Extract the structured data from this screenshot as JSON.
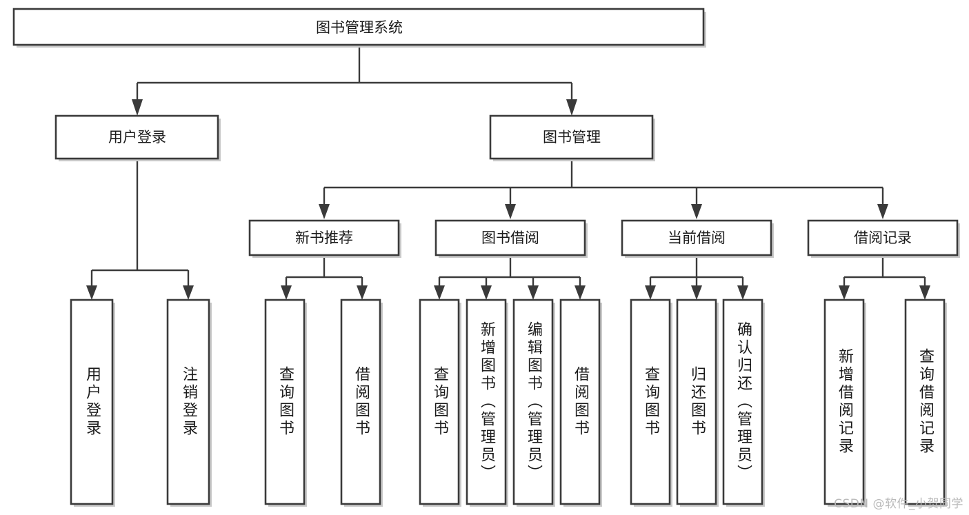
{
  "diagram": {
    "title_node": {
      "label": "图书管理系统"
    },
    "level1": [
      {
        "id": "user-login",
        "label": "用户登录"
      },
      {
        "id": "book-management",
        "label": "图书管理"
      }
    ],
    "level2": [
      {
        "id": "new-book-recommend",
        "label": "新书推荐",
        "parent": "book-management"
      },
      {
        "id": "book-borrow",
        "label": "图书借阅",
        "parent": "book-management"
      },
      {
        "id": "current-borrow",
        "label": "当前借阅",
        "parent": "book-management"
      },
      {
        "id": "borrow-record",
        "label": "借阅记录",
        "parent": "book-management"
      }
    ],
    "leaves": [
      {
        "id": "leaf-user-login",
        "label": "用户登录",
        "parent": "user-login"
      },
      {
        "id": "leaf-logout-login",
        "label": "注销登录",
        "parent": "user-login"
      },
      {
        "id": "leaf-query-book-1",
        "label": "查询图书",
        "parent": "new-book-recommend"
      },
      {
        "id": "leaf-borrow-book-1",
        "label": "借阅图书",
        "parent": "new-book-recommend"
      },
      {
        "id": "leaf-query-book-2",
        "label": "查询图书",
        "parent": "book-borrow"
      },
      {
        "id": "leaf-add-book",
        "label": "新增图书（管理员）",
        "parent": "book-borrow"
      },
      {
        "id": "leaf-edit-book",
        "label": "编辑图书（管理员）",
        "parent": "book-borrow"
      },
      {
        "id": "leaf-borrow-book-2",
        "label": "借阅图书",
        "parent": "book-borrow"
      },
      {
        "id": "leaf-query-book-3",
        "label": "查询图书",
        "parent": "current-borrow"
      },
      {
        "id": "leaf-return-book",
        "label": "归还图书",
        "parent": "current-borrow"
      },
      {
        "id": "leaf-confirm-return",
        "label": "确认归还（管理员）",
        "parent": "current-borrow"
      },
      {
        "id": "leaf-add-record",
        "label": "新增借阅记录",
        "parent": "borrow-record"
      },
      {
        "id": "leaf-query-record",
        "label": "查询借阅记录",
        "parent": "borrow-record"
      }
    ],
    "colors": {
      "stroke": "#3a3a3a",
      "fill": "#ffffff",
      "text": "#1b1b1b",
      "shadow": "#c9c9c9",
      "watermark": "#b9b9b9"
    }
  },
  "watermark": {
    "text": "CSDN @软件_小贺同学"
  }
}
